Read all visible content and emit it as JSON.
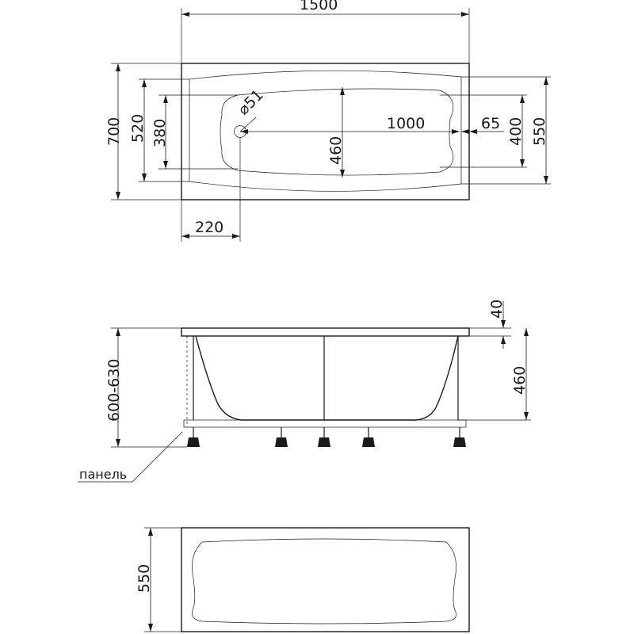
{
  "top_view": {
    "length": "1500",
    "width": "700",
    "dim_520": "520",
    "dim_380": "380",
    "dim_460": "460",
    "dim_1000": "1000",
    "dim_65": "65",
    "dim_400": "400",
    "dim_550": "550",
    "dim_220": "220",
    "drain_diameter": "⌀51"
  },
  "side_view": {
    "rim_thickness": "40",
    "depth": "460",
    "height_range": "600-630",
    "panel_label": "панель"
  },
  "panel_view": {
    "panel_height": "550"
  }
}
